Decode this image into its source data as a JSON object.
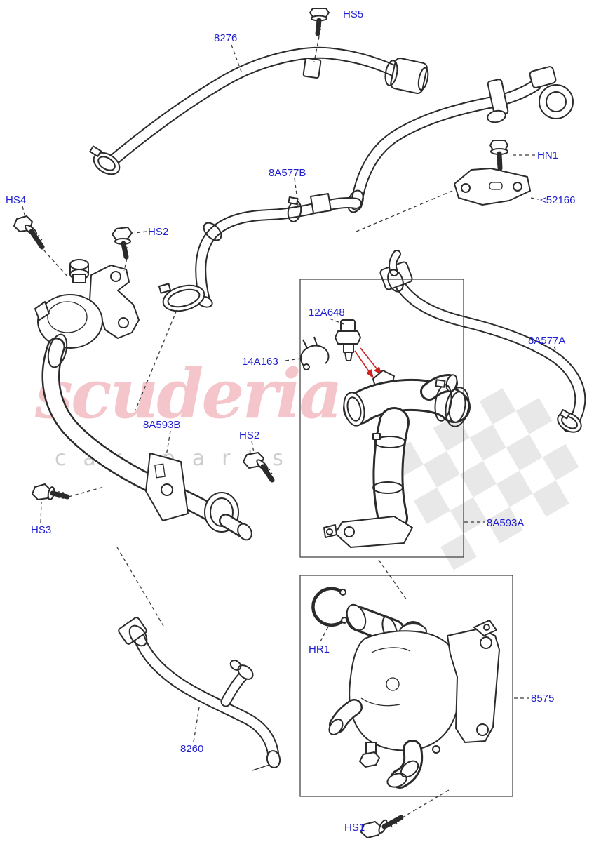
{
  "watermark": {
    "title": "scuderia",
    "subtitle": "car parts"
  },
  "colors": {
    "label_blue": "#1f1fd0",
    "line_dark": "#2b2b2b",
    "watermark_pink": "#e7828d",
    "watermark_gray": "#c6c6c6",
    "arrow_red": "#cc2222",
    "flag_gray": "#d2d2d2"
  },
  "labels": [
    {
      "key": "8276",
      "text": "8276"
    },
    {
      "key": "hs5",
      "text": "HS5"
    },
    {
      "key": "8a577b",
      "text": "8A577B"
    },
    {
      "key": "hn1",
      "text": "HN1"
    },
    {
      "key": "52166",
      "text": "<52166"
    },
    {
      "key": "hs4",
      "text": "HS4"
    },
    {
      "key": "hs2-a",
      "text": "HS2"
    },
    {
      "key": "12a648",
      "text": "12A648"
    },
    {
      "key": "14a163",
      "text": "14A163"
    },
    {
      "key": "8a577a",
      "text": "8A577A"
    },
    {
      "key": "8a593b",
      "text": "8A593B"
    },
    {
      "key": "hs2-b",
      "text": "HS2"
    },
    {
      "key": "hs3",
      "text": "HS3"
    },
    {
      "key": "8a593a",
      "text": "8A593A"
    },
    {
      "key": "hr1",
      "text": "HR1"
    },
    {
      "key": "8575",
      "text": "8575"
    },
    {
      "key": "8260",
      "text": "8260"
    },
    {
      "key": "hs1",
      "text": "HS1"
    }
  ]
}
